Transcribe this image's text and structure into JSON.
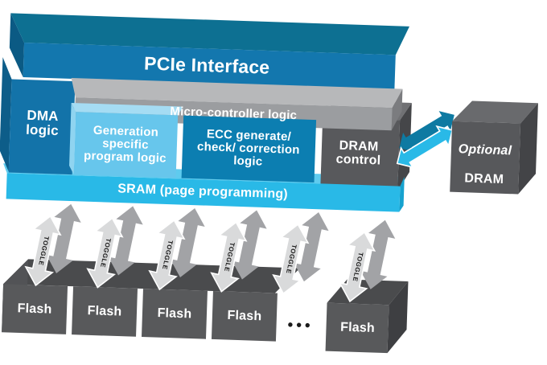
{
  "diagram": {
    "title": "SSD controller architecture block diagram",
    "controller": {
      "pcie_bar": {
        "label": "PCIe Interface"
      },
      "blocks": {
        "dma": {
          "label": "DMA\nlogic"
        },
        "micro_controller": {
          "label": "Micro-controller logic"
        },
        "generation_specific": {
          "label": "Generation\nspecific\nprogram logic"
        },
        "ecc": {
          "label": "ECC generate/\ncheck/ correction\nlogic"
        },
        "dram_control": {
          "label": "DRAM\ncontrol"
        },
        "sram": {
          "label": "SRAM (page programming)"
        }
      }
    },
    "optional_dram": {
      "label_line1": "Optional",
      "label_line2": "DRAM"
    },
    "toggle_links": {
      "count": 6,
      "labels": [
        "TOGGLE",
        "TOGGLE",
        "TOGGLE",
        "TOGGLE",
        "TOGGLE",
        "TOGGLE"
      ]
    },
    "flash_modules": {
      "labels": [
        "Flash",
        "Flash",
        "Flash",
        "Flash",
        "Flash"
      ],
      "ellipsis": "•••"
    },
    "palette": {
      "pcie_front": "#1377ae",
      "pcie_top": "#0d7092",
      "pcie_side": "#0b5a84",
      "dma_front": "#1373a9",
      "dma_side": "#0d5d89",
      "micro_front": "#9b9da0",
      "micro_top": "#b7b8ba",
      "micro_side": "#7b7c7f",
      "gen_front": "#67c6ec",
      "gen_top": "#a5dcf3",
      "gen_side": "#8fd4f0",
      "ecc_front": "#0c7eb1",
      "dram_front": "#58595c",
      "dram_top": "#707174",
      "dram_side": "#454649",
      "sram_front": "#29b9e7",
      "sram_top": "#5fcbee",
      "sram_side": "#16a2cf",
      "link_arrow_front": "#29b9e7",
      "link_arrow_back": "#0e7aa2",
      "cube_front": "#58595b",
      "cube_top": "#4a4b4d",
      "cube_side": "#3e3f42",
      "optional_top": "#696a6d",
      "optional_side": "#434447",
      "toggle_front": "#d9dadb",
      "toggle_back": "#a2a3a6",
      "text_light": "#ffffff",
      "text_dark": "#1a1a1a"
    }
  }
}
